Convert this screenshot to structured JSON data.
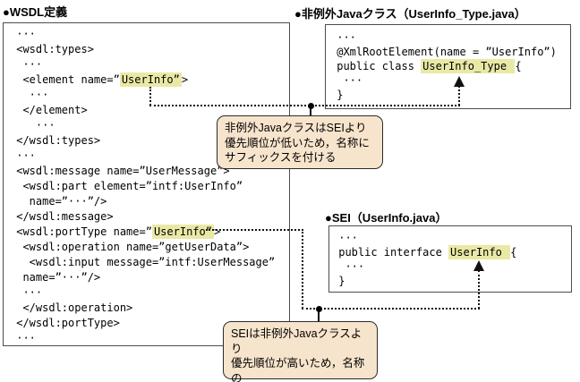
{
  "colors": {
    "highlight": "#e9e9a6",
    "callout_bg": "#f7e4cc",
    "box_border": "#4d4d4d",
    "line": "#111111"
  },
  "wsdl": {
    "label": "●WSDL定義",
    "code": [
      [
        {
          "t": " ···"
        }
      ],
      [
        {
          "t": " <wsdl:types>"
        }
      ],
      [
        {
          "t": "  ···"
        }
      ],
      [
        {
          "t": "  <element name=”"
        },
        {
          "t": "UserInfo”",
          "h": true
        },
        {
          "t": ">"
        }
      ],
      [
        {
          "t": "   ···"
        }
      ],
      [
        {
          "t": "  </element>"
        }
      ],
      [
        {
          "t": "    ···"
        }
      ],
      [
        {
          "t": " </wsdl:types>"
        }
      ],
      [
        {
          "t": " ···"
        }
      ],
      [
        {
          "t": " <wsdl:message name=”UserMessage”>"
        }
      ],
      [
        {
          "t": "  <wsdl:part element=”intf:UserInfo”"
        }
      ],
      [
        {
          "t": "   name=”···”/>"
        }
      ],
      [
        {
          "t": " </wsdl:message>"
        }
      ],
      [
        {
          "t": " <wsdl:portType name=”"
        },
        {
          "t": "UserInfo”",
          "h": true
        },
        {
          "t": ">"
        }
      ],
      [
        {
          "t": "  <wsdl:operation name=”getUserData”>"
        }
      ],
      [
        {
          "t": "   <wsdl:input message=”intf:UserMessage”"
        }
      ],
      [
        {
          "t": "  name=”···”/>"
        }
      ],
      [
        {
          "t": "  ···"
        }
      ],
      [
        {
          "t": "  </wsdl:operation>"
        }
      ],
      [
        {
          "t": " </wsdl:portType>"
        }
      ],
      [
        {
          "t": " ···"
        }
      ]
    ]
  },
  "java_class": {
    "label": "●非例外Javaクラス（UserInfo_Type.java）",
    "code": [
      [
        {
          "t": " ···"
        }
      ],
      [
        {
          "t": " @XmlRootElement(name = ”UserInfo”)"
        }
      ],
      [
        {
          "t": " public class "
        },
        {
          "t": "UserInfo_Type ",
          "h": true
        },
        {
          "t": "{"
        }
      ],
      [
        {
          "t": "  ···"
        }
      ],
      [
        {
          "t": " }"
        }
      ]
    ]
  },
  "sei": {
    "label": "●SEI（UserInfo.java）",
    "code": [
      [
        {
          "t": " ···"
        }
      ],
      [
        {
          "t": " public interface "
        },
        {
          "t": "UserInfo ",
          "h": true
        },
        {
          "t": "{"
        }
      ],
      [
        {
          "t": "  ···"
        }
      ],
      [
        {
          "t": " }"
        }
      ]
    ]
  },
  "callouts": [
    {
      "text": "非例外JavaクラスはSEIより\n優先順位が低いため，名称に\nサフィックスを付ける"
    },
    {
      "text": "SEIは非例外Javaクラスより\n優先順位が高いため，名称の\n変更はなし"
    }
  ]
}
